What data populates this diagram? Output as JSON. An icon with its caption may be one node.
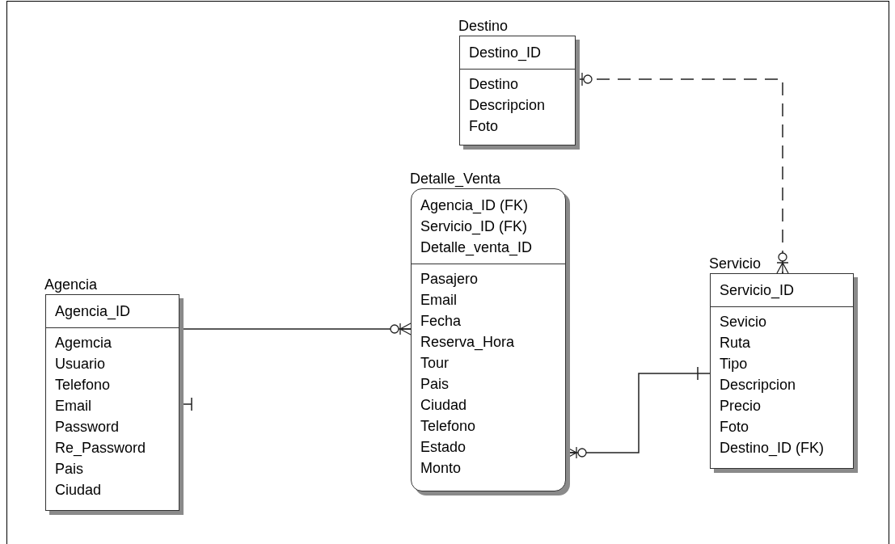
{
  "diagram": {
    "nodes": [
      {
        "text": [
          "Destino"
        ]
      },
      {
        "text": [
          "Destino_ID"
        ],
        "in": 0
      },
      {
        "text": [
          "Destino",
          "Descripcion",
          "Foto"
        ],
        "in": 0
      },
      {
        "text": [
          "Detalle_Venta"
        ]
      },
      {
        "text": [
          "Agencia_ID (FK)",
          "Servicio_ID (FK)",
          "Detalle_venta_ID"
        ],
        "in": 3
      },
      {
        "text": [
          "Pasajero",
          "Email",
          "Fecha",
          "Reserva_Hora",
          "Tour",
          "Pais",
          "Ciudad",
          "Telefono",
          "Estado",
          "Monto"
        ],
        "in": 3
      },
      {
        "text": [
          "Servicio"
        ]
      },
      {
        "text": [
          "Servicio_ID"
        ],
        "in": 6
      },
      {
        "text": [
          "Sevicio",
          "Ruta",
          "Tipo",
          "Descripcion",
          "Precio",
          "Foto",
          "Destino_ID (FK)"
        ],
        "in": 6
      },
      {
        "text": [
          "Agencia"
        ]
      },
      {
        "text": [
          "Agencia_ID"
        ],
        "in": 9
      },
      {
        "text": [
          "Agemcia",
          "Usuario",
          "Telefono",
          "Email",
          "Password",
          "Re_Password",
          "Pais",
          "Ciudad"
        ],
        "in": 9
      }
    ],
    "edges": [
      {
        "from": 9,
        "to": 3,
        "arrow": "other"
      },
      {
        "from": 6,
        "to": 3,
        "arrow": "other"
      },
      {
        "from": 0,
        "to": 6,
        "arrow": "other",
        "style": "dashed"
      }
    ]
  }
}
